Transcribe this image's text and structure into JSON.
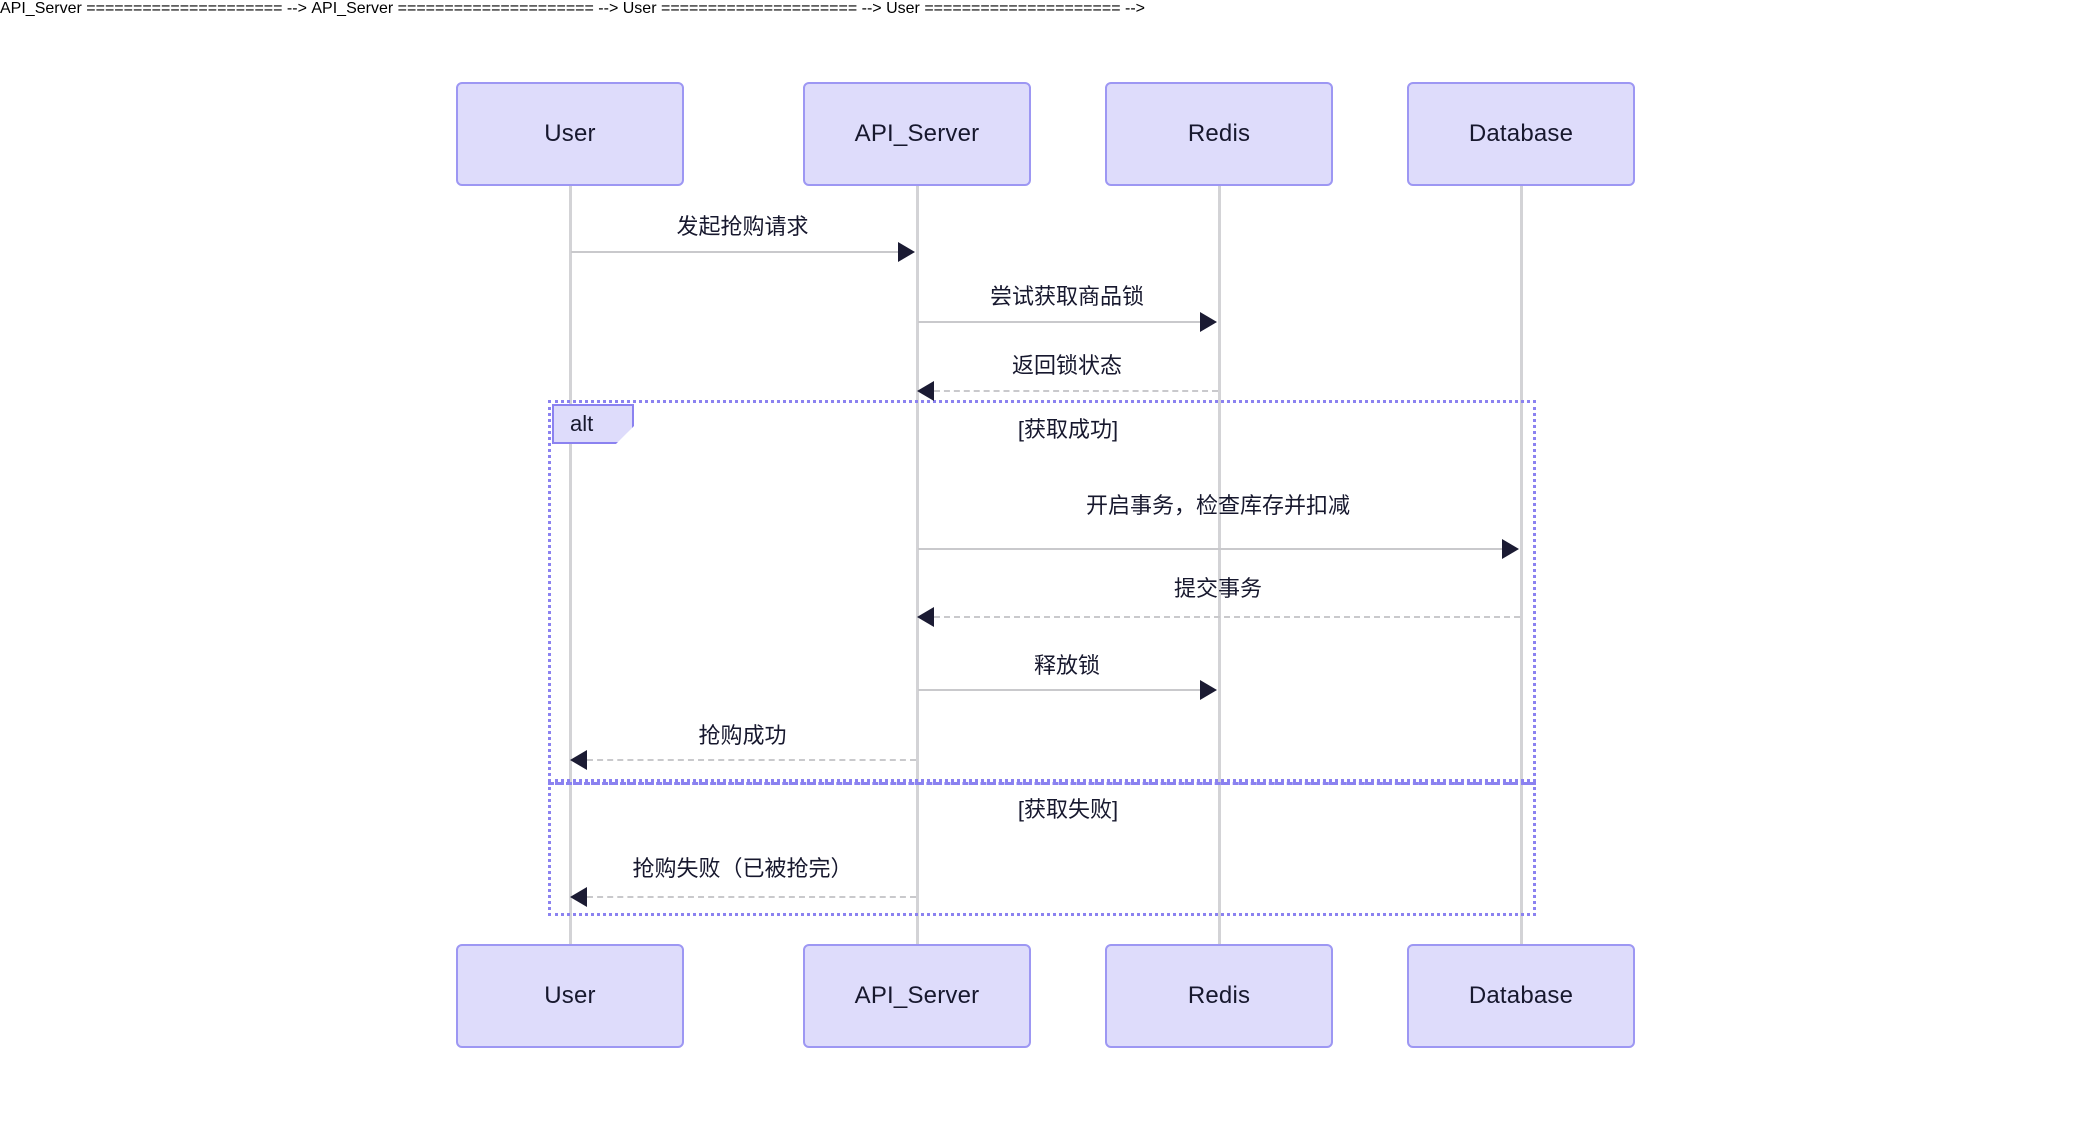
{
  "diagram": {
    "type": "sequence-diagram",
    "title": "",
    "participants": [
      {
        "id": "user",
        "label": "User"
      },
      {
        "id": "api_server",
        "label": "API_Server"
      },
      {
        "id": "redis",
        "label": "Redis"
      },
      {
        "id": "database",
        "label": "Database"
      }
    ],
    "messages": [
      {
        "index": 1,
        "from": "user",
        "to": "api_server",
        "label": "发起抢购请求",
        "style": "solid"
      },
      {
        "index": 2,
        "from": "api_server",
        "to": "redis",
        "label": "尝试获取商品锁",
        "style": "solid"
      },
      {
        "index": 3,
        "from": "redis",
        "to": "api_server",
        "label": "返回锁状态",
        "style": "dashed"
      },
      {
        "index": 4,
        "from": "api_server",
        "to": "database",
        "label": "开启事务，检查库存并扣减",
        "style": "solid"
      },
      {
        "index": 5,
        "from": "database",
        "to": "api_server",
        "label": "提交事务",
        "style": "dashed"
      },
      {
        "index": 6,
        "from": "api_server",
        "to": "redis",
        "label": "释放锁",
        "style": "solid"
      },
      {
        "index": 7,
        "from": "api_server",
        "to": "user",
        "label": "抢购成功",
        "style": "dashed"
      },
      {
        "index": 8,
        "from": "api_server",
        "to": "user",
        "label": "抢购失败（已被抢完）",
        "style": "dashed"
      }
    ],
    "fragment": {
      "kind": "alt",
      "tag_label": "alt",
      "branches": [
        {
          "condition": "[获取成功]"
        },
        {
          "condition": "[获取失败]"
        }
      ]
    },
    "colors": {
      "participant_fill": "#dedcfb",
      "participant_border": "#9d97f3",
      "lifeline": "#d3d3d6",
      "message_line": "#c9c9cc",
      "arrow_head": "#1b1b33",
      "fragment_border": "#8b82f0",
      "text": "#17182e",
      "background": "#ffffff"
    }
  }
}
